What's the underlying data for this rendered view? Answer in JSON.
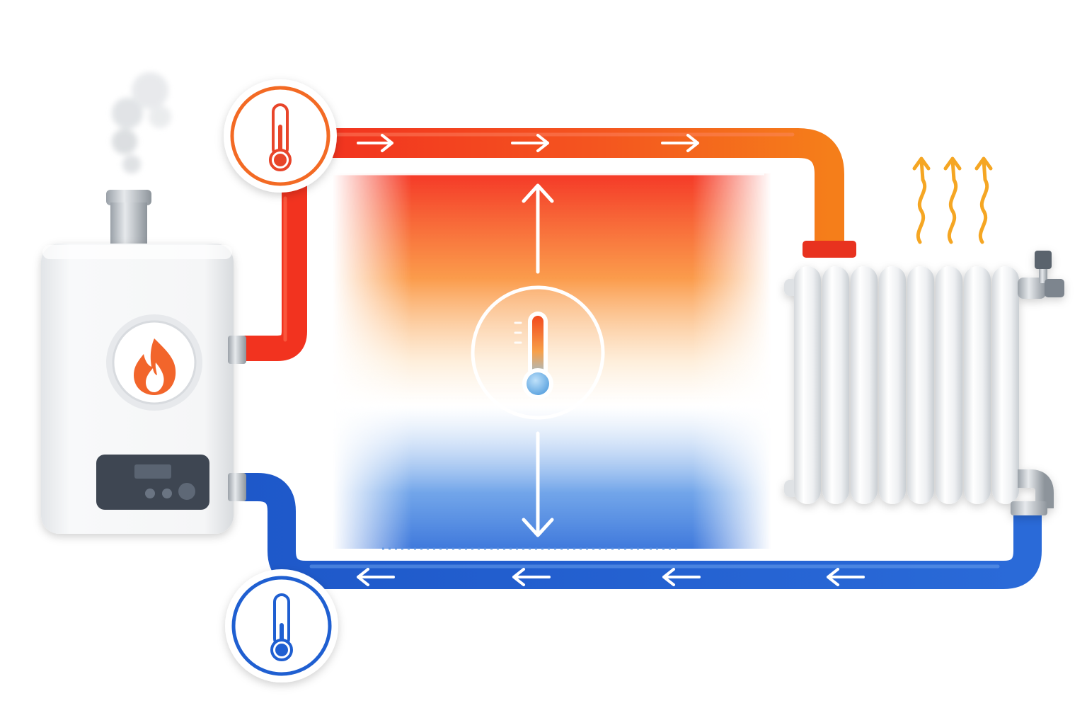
{
  "diagram": {
    "components": [
      {
        "id": "boiler",
        "icon": "flame-icon"
      },
      {
        "id": "supply-pipe",
        "icon": "pipe"
      },
      {
        "id": "radiator",
        "icon": "radiator-icon"
      },
      {
        "id": "return-pipe",
        "icon": "pipe"
      },
      {
        "id": "room-thermometer",
        "icon": "thermometer-icon"
      },
      {
        "id": "supply-thermometer",
        "icon": "thermometer-icon"
      },
      {
        "id": "return-thermometer",
        "icon": "thermometer-icon"
      },
      {
        "id": "heat-waves",
        "icon": "heat-wave-icon"
      },
      {
        "id": "steam",
        "icon": "steam-icon"
      }
    ],
    "colors": {
      "hot": "#f03a24",
      "warm": "#f7801e",
      "cold": "#1f5fd1",
      "cold_light": "#4a8be8",
      "boiler_body": "#f1f3f5",
      "boiler_panel": "#3e4652",
      "heat_wave": "#f5a623",
      "steam": "#d9dcdf",
      "metal": "#b8bec5"
    }
  }
}
